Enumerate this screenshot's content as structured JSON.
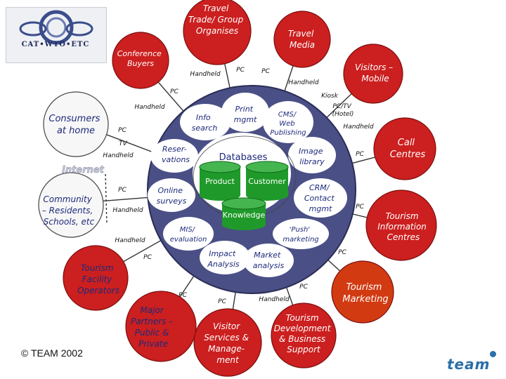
{
  "logo": {
    "text": "CAT•WTO•ETC"
  },
  "copyright": "© TEAM 2002",
  "brand": "team",
  "circles": {
    "center": "",
    "travel_trade": [
      "Travel",
      "Trade/ Group",
      "Organises"
    ],
    "travel_media": [
      "Travel",
      "Media"
    ],
    "conference": [
      "Conference",
      "Buyers"
    ],
    "visitors_mobile": [
      "Visitors –",
      "Mobile"
    ],
    "consumers": [
      "Consumers",
      "at home"
    ],
    "call_centres": [
      "Call",
      "Centres"
    ],
    "community": [
      "Community",
      "– Residents,",
      "Schools, etc"
    ],
    "tourism_info": [
      "Tourism",
      "Information",
      "Centres"
    ],
    "tourism_facility": [
      "Tourism",
      "Facility",
      "Operators"
    ],
    "tourism_marketing": [
      "Tourism",
      "Marketing"
    ],
    "major_partners": [
      "Major",
      "Partners –",
      "Public &",
      "Private"
    ],
    "visitor_services": [
      "Visitor",
      "Services &",
      "Manage-",
      "ment"
    ],
    "tourism_dev": [
      "Tourism",
      "Development",
      "& Business",
      "Support"
    ]
  },
  "inner": {
    "info_search": [
      "Info",
      "search"
    ],
    "print_mgmt": [
      "Print",
      "mgmt"
    ],
    "cms": [
      "CMS/",
      "Web",
      "Publishing"
    ],
    "reservations": [
      "Reser-",
      "vations"
    ],
    "image_library": [
      "Image",
      "library"
    ],
    "databases": "Databases",
    "product": "Product",
    "customer": "Customer",
    "online_surveys": [
      "Online",
      "surveys"
    ],
    "crm": [
      "CRM/",
      "Contact",
      "mgmt"
    ],
    "knowledge": "Knowledge",
    "mis": [
      "MIS/",
      "evaluation"
    ],
    "push": [
      "'Push'",
      "marketing"
    ],
    "impact": [
      "Impact",
      "Analysis"
    ],
    "market": [
      "Market",
      "analysis"
    ]
  },
  "connectors": {
    "handheld_top": "Handheld",
    "pc_top1": "PC",
    "pc_top2": "PC",
    "handheld_top_right": "Handheld",
    "pc_upper_left": "PC",
    "kiosk": "Kiosk",
    "handheld_left_top": "Handheld",
    "pctv_hotel": [
      "PC/TV",
      "(Hotel)"
    ],
    "pc_consumers": "PC",
    "tv": "TV",
    "handheld_consumers": "Handheld",
    "handheld_right": "Handheld",
    "pc_call": "PC",
    "internet": "Internet",
    "pc_community": "PC",
    "handheld_community": "Handheld",
    "pc_info": "PC",
    "handheld_facility": "Handheld",
    "pc_facility": "PC",
    "pc_marketing": "PC",
    "pc_bottom_right": "PC",
    "pc_partners": "PC",
    "pc_visitor": "PC",
    "handheld_bottom": "Handheld"
  },
  "colors": {
    "hub": "#4a4f86",
    "bubble": "#ffffff",
    "outer_circle": "#cc1f1f",
    "outer_circle_dark": "#d23a12",
    "consumer_circle": "#f7f7f7",
    "db_fill": "#1f9a2a",
    "text_dark": "#1e2a7a",
    "text_light": "#ffffff"
  }
}
